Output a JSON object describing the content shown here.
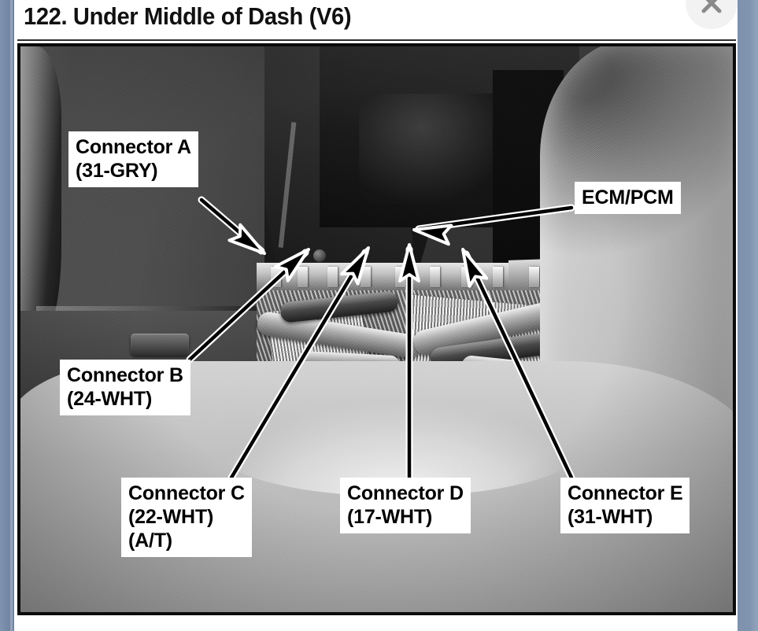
{
  "window": {
    "title": "122. Under Middle of Dash (V6)",
    "close_icon": "close-x-icon",
    "accent_gutter_color": "#7689a6",
    "title_bar_bg": "#ffffff",
    "title_color": "#111111"
  },
  "photo": {
    "alt": "Grayscale photo of the underside of a vehicle dashboard showing the ECM/PCM wiring connectors",
    "border_color": "#0b0b0b",
    "callouts": [
      {
        "id": "a",
        "name": "connector-a",
        "line1": "Connector A",
        "line2": "(31-GRY)",
        "text": "Connector A\n(31-GRY)"
      },
      {
        "id": "b",
        "name": "connector-b",
        "line1": "Connector B",
        "line2": "(24-WHT)",
        "text": "Connector B\n(24-WHT)"
      },
      {
        "id": "c",
        "name": "connector-c",
        "line1": "Connector C",
        "line2": "(22-WHT)",
        "line3": "(A/T)",
        "text": "Connector C\n(22-WHT)\n(A/T)"
      },
      {
        "id": "d",
        "name": "connector-d",
        "line1": "Connector D",
        "line2": "(17-WHT)",
        "text": "Connector D\n(17-WHT)"
      },
      {
        "id": "e",
        "name": "connector-e",
        "line1": "Connector E",
        "line2": "(31-WHT)",
        "text": "Connector E\n(31-WHT)"
      },
      {
        "id": "ecm",
        "name": "ecm-pcm",
        "line1": "ECM/PCM",
        "text": "ECM/PCM"
      }
    ]
  }
}
